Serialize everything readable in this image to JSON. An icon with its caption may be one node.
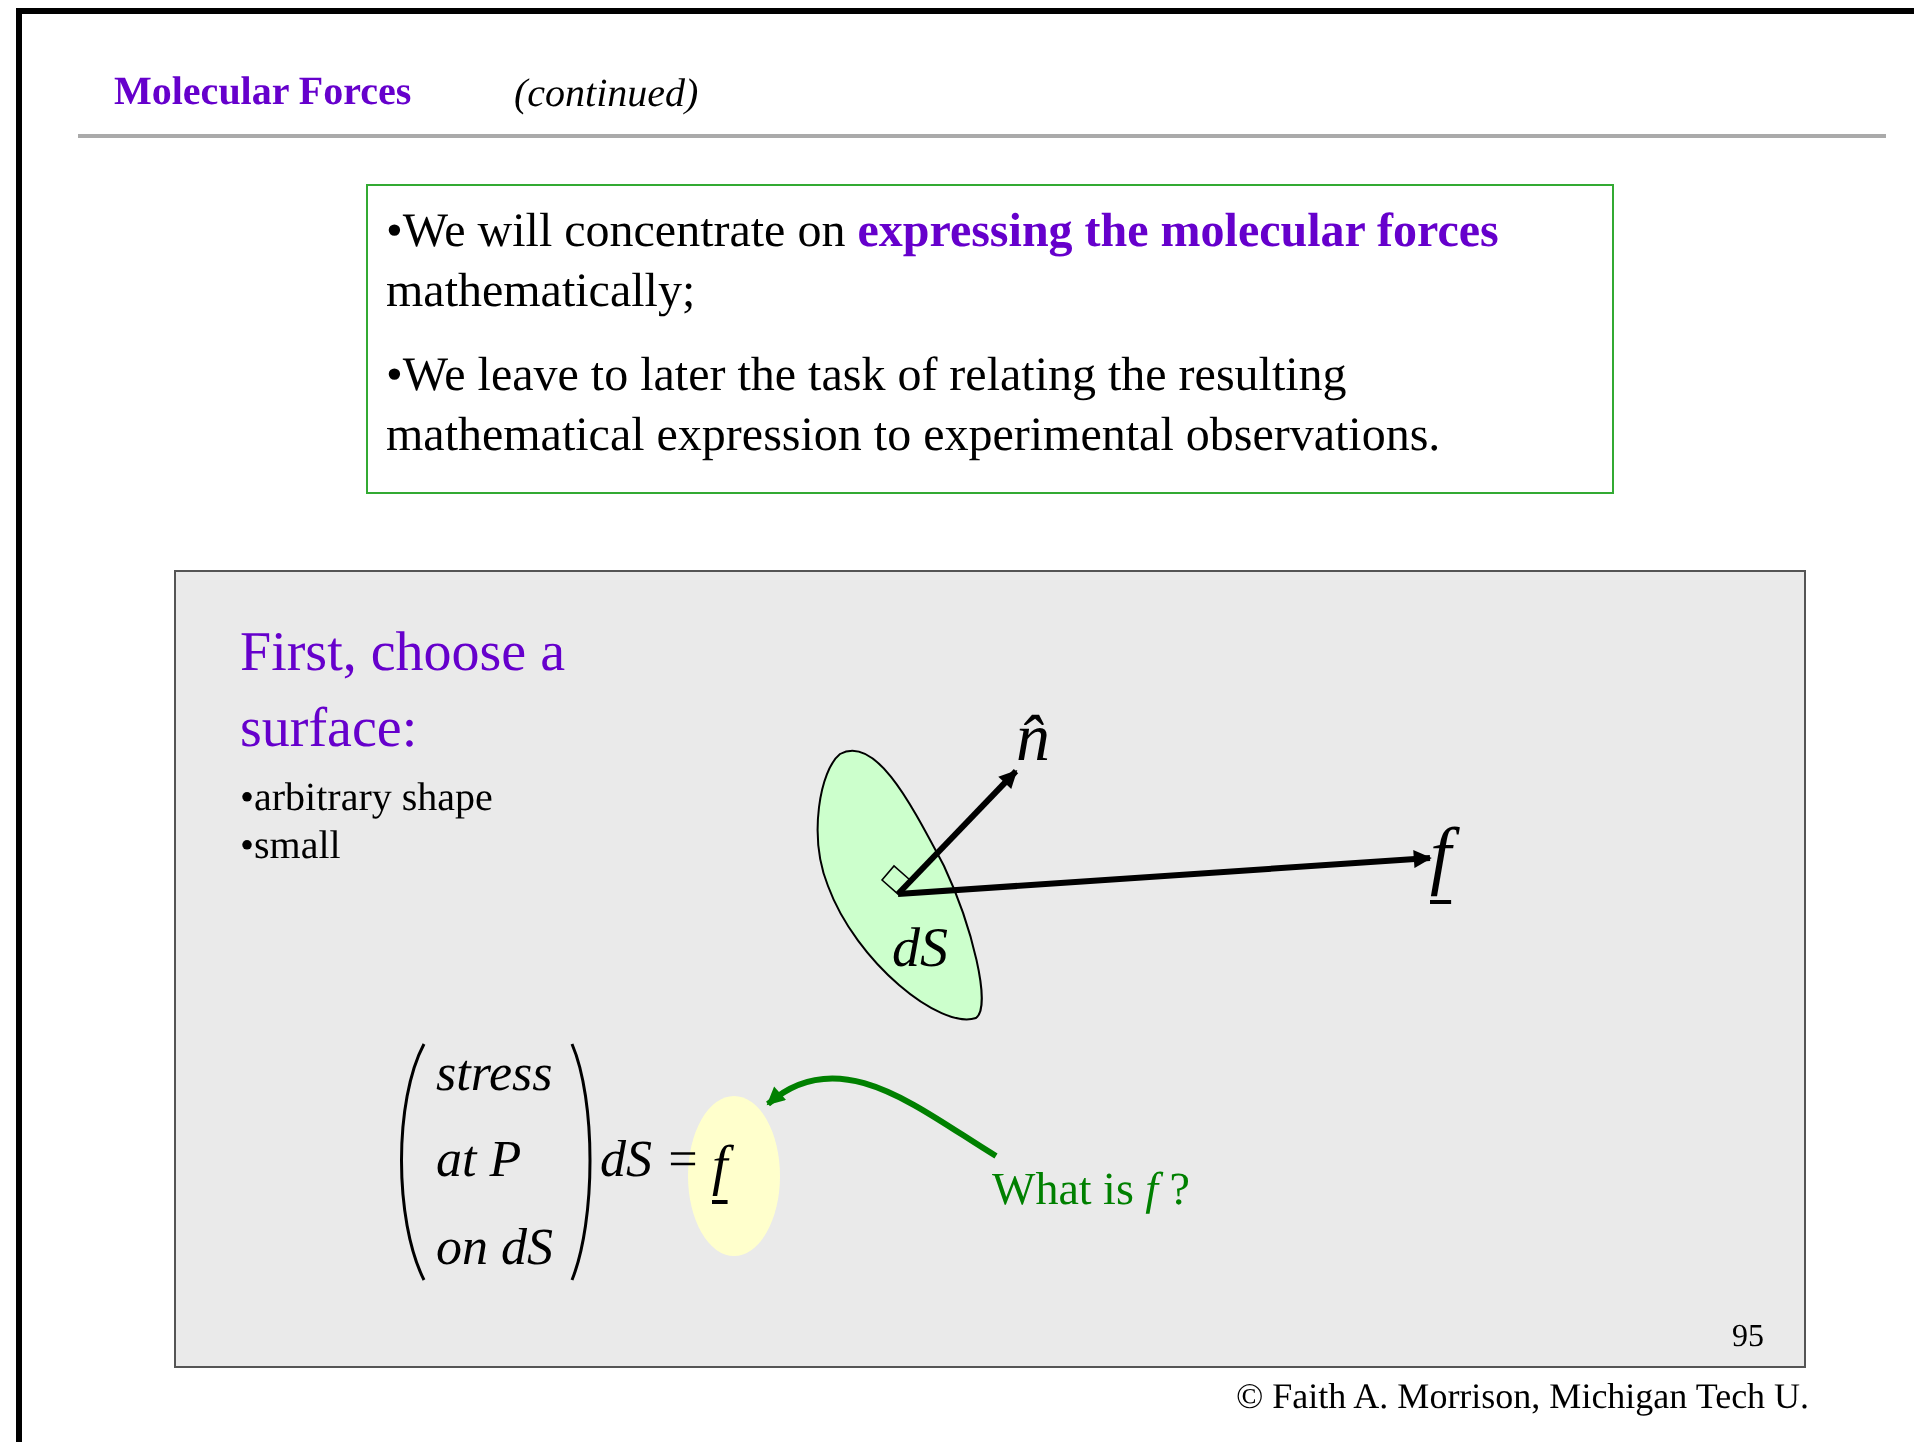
{
  "diagram": {
    "title": "Molecular Forces",
    "nodes": [
      {
        "text": [
          "•We will concentrate on **expressing the molecular forces** mathematically;",
          "•We leave to later the task of relating the resulting mathematical expression to experimental observations."
        ]
      },
      {
        "text": [
          "First, choose a surface:",
          "•arbitrary shape",
          "•small"
        ]
      },
      {
        "text": [
          "dS"
        ],
        "in": 1
      },
      {
        "text": [
          "f"
        ],
        "in": 1
      },
      {
        "text": [
          "What is *f* ?"
        ],
        "in": 1
      },
      {
        "text": [
          "n̂"
        ],
        "in": 1
      },
      {
        "text": [
          "f"
        ],
        "in": 1
      }
    ],
    "edges": [
      {
        "from": 4,
        "to": 3,
        "arrow": "to",
        "color": "#008000"
      },
      {
        "from": 2,
        "to": 5,
        "arrow": "to"
      },
      {
        "from": 2,
        "to": 6,
        "arrow": "to"
      }
    ],
    "labels": [
      "(continued)",
      "stress",
      "at P",
      "on dS",
      "dS =",
      "95",
      "© Faith A. Morrison, Michigan Tech U."
    ]
  }
}
